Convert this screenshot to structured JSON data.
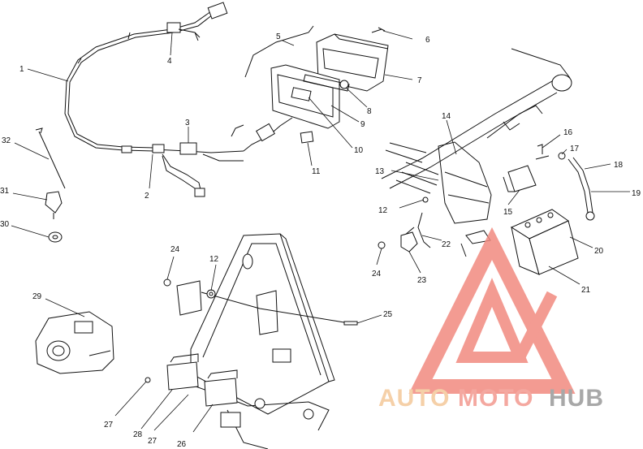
{
  "diagram": {
    "callouts": [
      {
        "id": "c1",
        "text": "1"
      },
      {
        "id": "c2",
        "text": "2"
      },
      {
        "id": "c3",
        "text": "3"
      },
      {
        "id": "c4",
        "text": "4"
      },
      {
        "id": "c5",
        "text": "5"
      },
      {
        "id": "c6",
        "text": "6"
      },
      {
        "id": "c7",
        "text": "7"
      },
      {
        "id": "c8",
        "text": "8"
      },
      {
        "id": "c9",
        "text": "9"
      },
      {
        "id": "c10",
        "text": "10"
      },
      {
        "id": "c11",
        "text": "11"
      },
      {
        "id": "c12a",
        "text": "12"
      },
      {
        "id": "c12b",
        "text": "12"
      },
      {
        "id": "c13",
        "text": "13"
      },
      {
        "id": "c14",
        "text": "14"
      },
      {
        "id": "c15",
        "text": "15"
      },
      {
        "id": "c16",
        "text": "16"
      },
      {
        "id": "c17",
        "text": "17"
      },
      {
        "id": "c18",
        "text": "18"
      },
      {
        "id": "c19",
        "text": "19"
      },
      {
        "id": "c20",
        "text": "20"
      },
      {
        "id": "c21",
        "text": "21"
      },
      {
        "id": "c22",
        "text": "22"
      },
      {
        "id": "c23",
        "text": "23"
      },
      {
        "id": "c24a",
        "text": "24"
      },
      {
        "id": "c24b",
        "text": "24"
      },
      {
        "id": "c25",
        "text": "25"
      },
      {
        "id": "c26",
        "text": "26"
      },
      {
        "id": "c27a",
        "text": "27"
      },
      {
        "id": "c27b",
        "text": "27"
      },
      {
        "id": "c28",
        "text": "28"
      },
      {
        "id": "c29",
        "text": "29"
      },
      {
        "id": "c30",
        "text": "30"
      },
      {
        "id": "c31",
        "text": "31"
      },
      {
        "id": "c32",
        "text": "32"
      }
    ]
  },
  "watermark": {
    "part1": "AUTO",
    "part2": "MOTO",
    "part3": "HUB",
    "colors": {
      "auto": "#f4c89a",
      "moto": "#f39a90",
      "hub": "#9a9a9a",
      "triangle": "#f28a80"
    }
  }
}
